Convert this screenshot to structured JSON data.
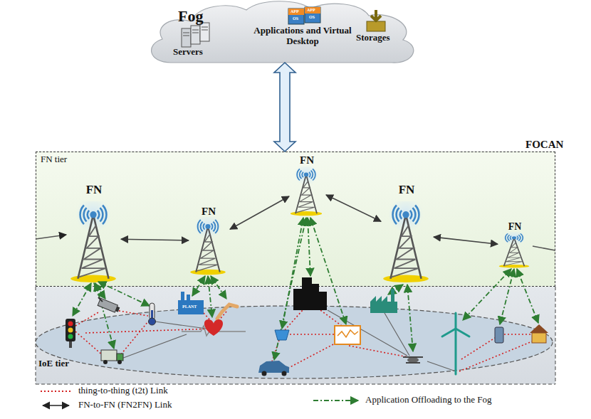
{
  "diagram": {
    "nodes": [
      {
        "text": [
          "Fog",
          "Servers",
          "Applications and Virtual Desktop",
          "Storages"
        ]
      },
      {
        "text": [
          "FN tier"
        ]
      },
      {
        "text": [
          "FN"
        ],
        "in": 1
      },
      {
        "text": [
          "FN"
        ],
        "in": 1
      },
      {
        "text": [
          "FN"
        ],
        "in": 1
      },
      {
        "text": [
          "FN"
        ],
        "in": 1
      },
      {
        "text": [
          "FN"
        ],
        "in": 1
      },
      {
        "text": [
          "IoE tier"
        ]
      }
    ],
    "edges": [
      {
        "from": 0,
        "to": 1,
        "arrow": "both"
      },
      {
        "from": 2,
        "to": 3,
        "arrow": "both"
      },
      {
        "from": 3,
        "to": 4,
        "arrow": "both"
      },
      {
        "from": 4,
        "to": 5,
        "arrow": "both"
      },
      {
        "from": 5,
        "to": 6,
        "arrow": "both"
      }
    ],
    "labels": [
      "FOCAN",
      "APP",
      "OS",
      "APP",
      "OS",
      "PLANT"
    ],
    "legend": [
      {
        "text": "thing-to-thing (t2t) Link"
      },
      {
        "text": "FN-to-FN (FN2FN) Link"
      },
      {
        "text": "Application Offloading to the Fog"
      }
    ]
  }
}
